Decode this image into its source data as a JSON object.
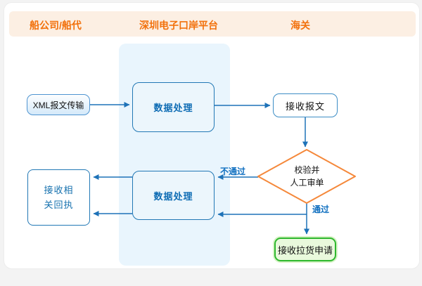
{
  "header": {
    "columns": [
      {
        "id": "shipping",
        "label": "船公司/船代"
      },
      {
        "id": "platform",
        "label": "深圳电子口岸平台"
      },
      {
        "id": "customs",
        "label": "海关"
      }
    ]
  },
  "flowchart": {
    "nodes": {
      "xml_transfer": "XML报文传输",
      "data_process_top": "数据处理",
      "receive_message": "接收报文",
      "verify_line1": "校验并",
      "verify_line2": "人工审单",
      "data_process_bottom": "数据处理",
      "receive_receipt_line1": "接收相",
      "receive_receipt_line2": "关回执",
      "receive_pull_request": "接收拉货申请"
    },
    "edge_labels": {
      "fail": "不通过",
      "pass": "通过"
    }
  },
  "colors": {
    "header_bg": "#fcefe3",
    "header_text": "#f2710c",
    "panel_bg": "#e9f5fd",
    "connector_blue": "#1d72b8",
    "node_border_blue": "#2278b5",
    "node_text_blue": "#0e6cb4",
    "diamond_border_orange": "#f5883a",
    "green_node_border": "#2eb82e",
    "green_node_bg": "#e9f9dc"
  }
}
